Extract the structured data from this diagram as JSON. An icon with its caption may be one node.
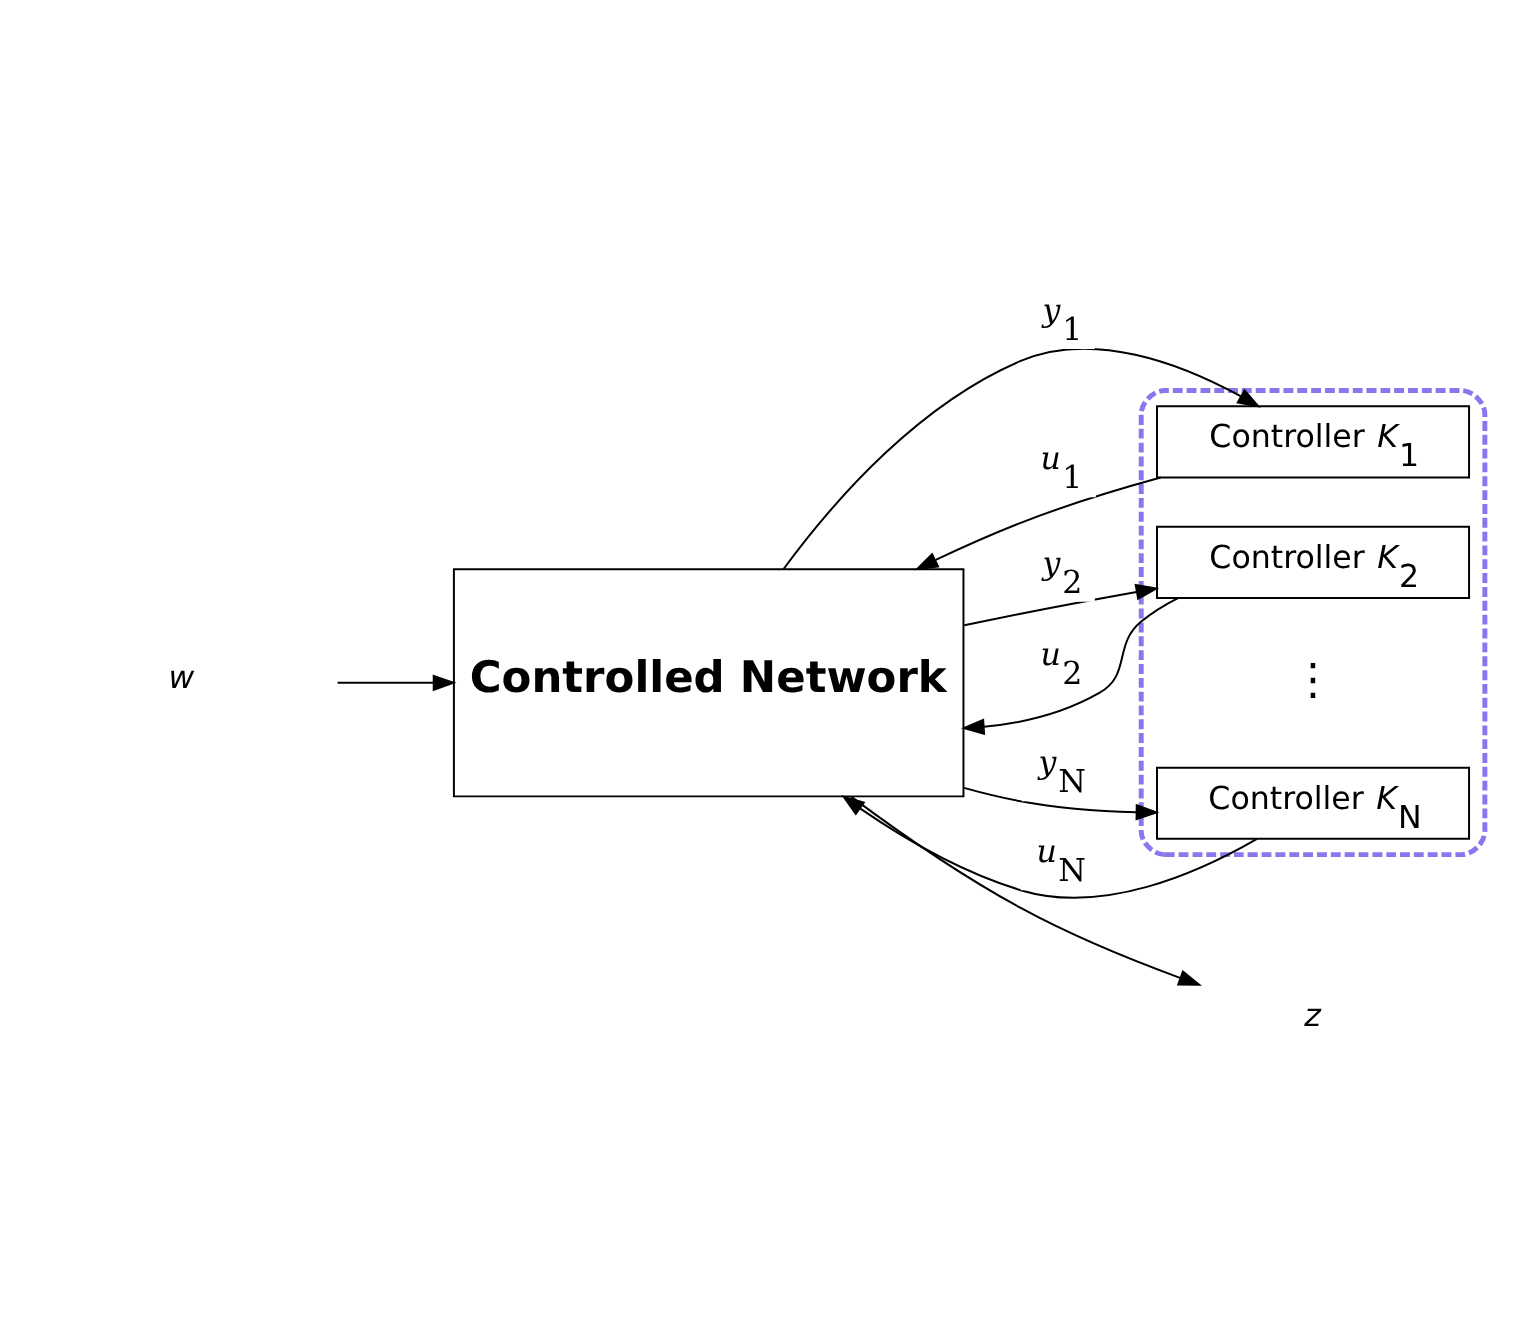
{
  "diagram": {
    "nodes": [
      {
        "text": [
          "Controlled Network"
        ]
      },
      {
        "text": [],
        "shape": "box"
      },
      {
        "text": [
          "Controller *K*$_{1}$"
        ],
        "in": 1
      },
      {
        "text": [
          "Controller *K*$_{2}$"
        ],
        "in": 1
      },
      {
        "text": [
          "Controller *K*$_{N}$"
        ],
        "in": 1
      },
      {
        "text": [
          "*w*"
        ]
      },
      {
        "text": [
          "*z*"
        ]
      }
    ],
    "edges": [
      {
        "from": 5,
        "to": 0,
        "arrow": "to"
      },
      {
        "from": 0,
        "to": 6,
        "arrow": "to"
      },
      {
        "from": 0,
        "to": 2,
        "arrow": "to",
        "label": "*y*$_{1}$"
      },
      {
        "from": 2,
        "to": 0,
        "arrow": "to",
        "label": "*u*$_{1}$"
      },
      {
        "from": 0,
        "to": 3,
        "arrow": "to",
        "label": "*y*$_{2}$"
      },
      {
        "from": 3,
        "to": 0,
        "arrow": "to",
        "label": "*u*$_{2}$"
      },
      {
        "from": 0,
        "to": 4,
        "arrow": "to",
        "label": "*y*$_{N}$"
      },
      {
        "from": 4,
        "to": 0,
        "arrow": "to",
        "label": "*u*$_{N}$"
      }
    ],
    "labels": [
      "⋮"
    ]
  }
}
